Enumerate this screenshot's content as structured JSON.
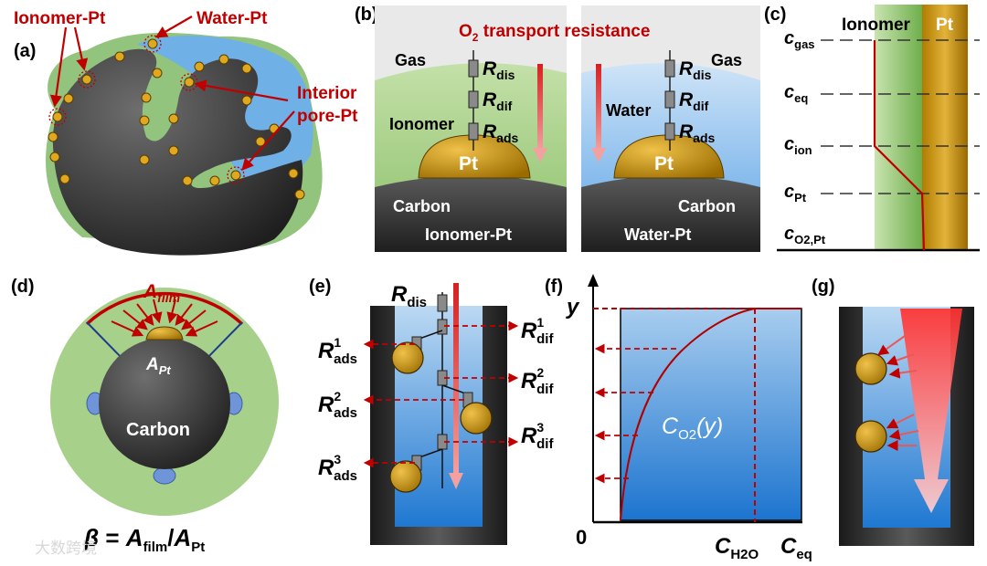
{
  "panels": {
    "a": "(a)",
    "b": "(b)",
    "c": "(c)",
    "d": "(d)",
    "e": "(e)",
    "f": "(f)",
    "g": "(g)"
  },
  "panel_a": {
    "ionomer_pt": "Ionomer-Pt",
    "water_pt": "Water-Pt",
    "interior_line1": "Interior",
    "interior_line2": "pore-Pt"
  },
  "panel_b": {
    "title_o": "O",
    "title_sub": "2",
    "title_rest": " transport resistance",
    "gas": "Gas",
    "ionomer": "Ionomer",
    "water": "Water",
    "pt": "Pt",
    "carbon": "Carbon",
    "ionomer_pt": "Ionomer-Pt",
    "water_pt": "Water-Pt",
    "r": "R",
    "dis": "dis",
    "dif": "dif",
    "ads": "ads"
  },
  "panel_c": {
    "ionomer": "Ionomer",
    "pt": "Pt",
    "c": "c",
    "gas": "gas",
    "eq": "eq",
    "ion": "ion",
    "pt_sub": "Pt",
    "o2pt": "O2,Pt"
  },
  "panel_d": {
    "a_film": "A",
    "film": "film",
    "a_pt": "A",
    "pt": "Pt",
    "carbon": "Carbon",
    "beta": "β",
    "eq": " = ",
    "slash": "/"
  },
  "panel_e": {
    "r": "R",
    "dis": "dis",
    "ads": "ads",
    "dif": "dif",
    "sup1": "1",
    "sup2": "2",
    "sup3": "3"
  },
  "panel_f": {
    "y": "y",
    "zero": "0",
    "c": "C",
    "h2o": "H2O",
    "eq": "eq",
    "curve_c": "C",
    "curve_o2": "O2",
    "curve_y": "(y)"
  },
  "watermark": "大数跨境",
  "colors": {
    "red": "#c00000",
    "ionomer_green": "#9dc97a",
    "water_blue": "#7db7e8",
    "pt_gold": "#c8960c",
    "carbon_gray": "#3b3b3b"
  }
}
